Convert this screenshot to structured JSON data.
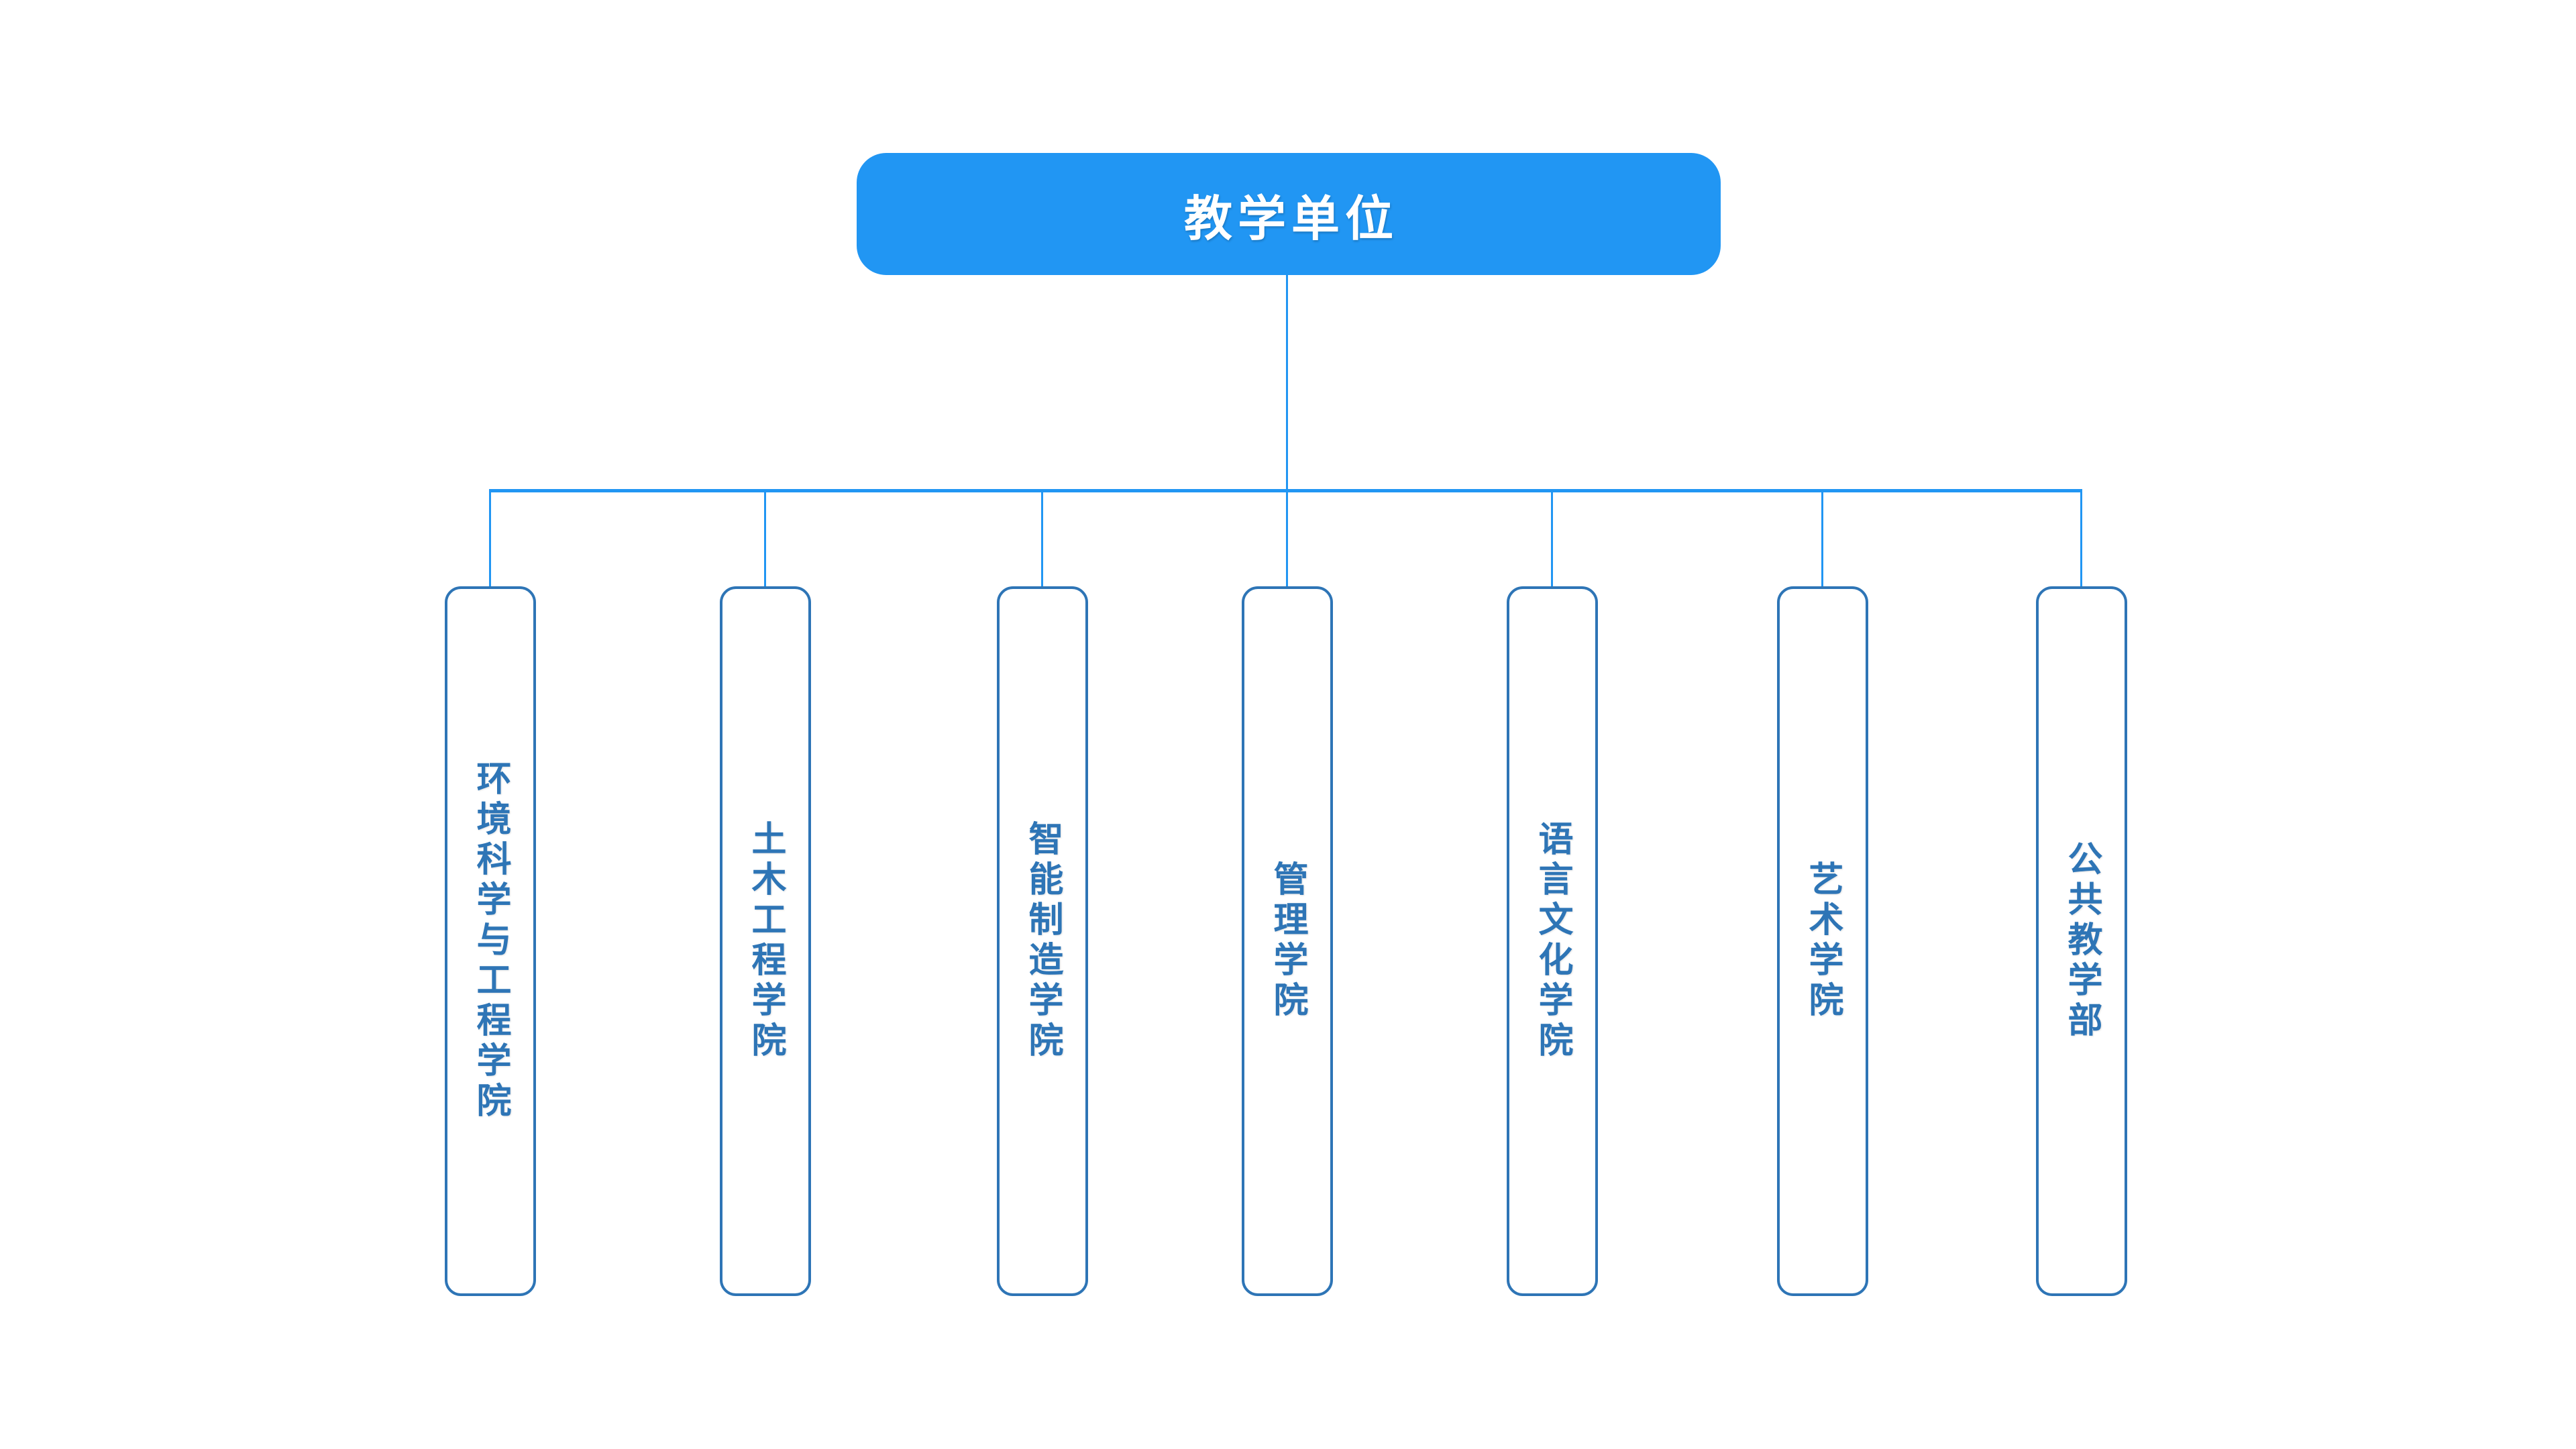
{
  "colors": {
    "accent": "#2196F3",
    "root_text": "#FFFFFF",
    "child_border": "#2E75B6",
    "child_text": "#2E75B6",
    "background": "#FFFFFF"
  },
  "org_chart": {
    "root": {
      "label": "教学单位"
    },
    "children": [
      {
        "label": "环境科学与工程学院"
      },
      {
        "label": "土木工程学院"
      },
      {
        "label": "智能制造学院"
      },
      {
        "label": "管理学院"
      },
      {
        "label": "语言文化学院"
      },
      {
        "label": "艺术学院"
      },
      {
        "label": "公共教学部"
      }
    ]
  }
}
